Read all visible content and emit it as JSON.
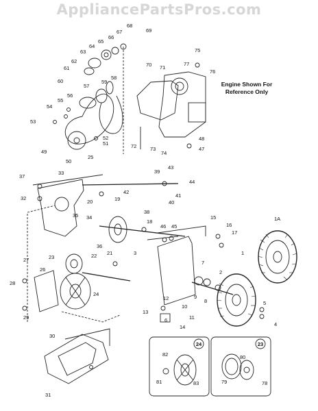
{
  "watermark": "AppliancePartsPros.com",
  "note": "Engine Shown For Reference Only",
  "callouts": [
    "1",
    "1A",
    "2",
    "3",
    "4",
    "5",
    "6",
    "7",
    "8",
    "9",
    "10",
    "11",
    "12",
    "13",
    "14",
    "15",
    "16",
    "17",
    "18",
    "19",
    "20",
    "21",
    "22",
    "23",
    "24",
    "25",
    "26",
    "27",
    "28",
    "29",
    "30",
    "31",
    "32",
    "33",
    "34",
    "35",
    "36",
    "37",
    "38",
    "39",
    "40",
    "41",
    "42",
    "43",
    "44",
    "45",
    "46",
    "47",
    "48",
    "49",
    "50",
    "51",
    "52",
    "53",
    "54",
    "55",
    "56",
    "57",
    "58",
    "59",
    "60",
    "61",
    "62",
    "63",
    "64",
    "65",
    "66",
    "67",
    "68",
    "69",
    "70",
    "71",
    "72",
    "73",
    "74",
    "75",
    "76",
    "77",
    "78",
    "79",
    "80",
    "81",
    "82",
    "83"
  ],
  "inset_badges": [
    "24",
    "23"
  ]
}
